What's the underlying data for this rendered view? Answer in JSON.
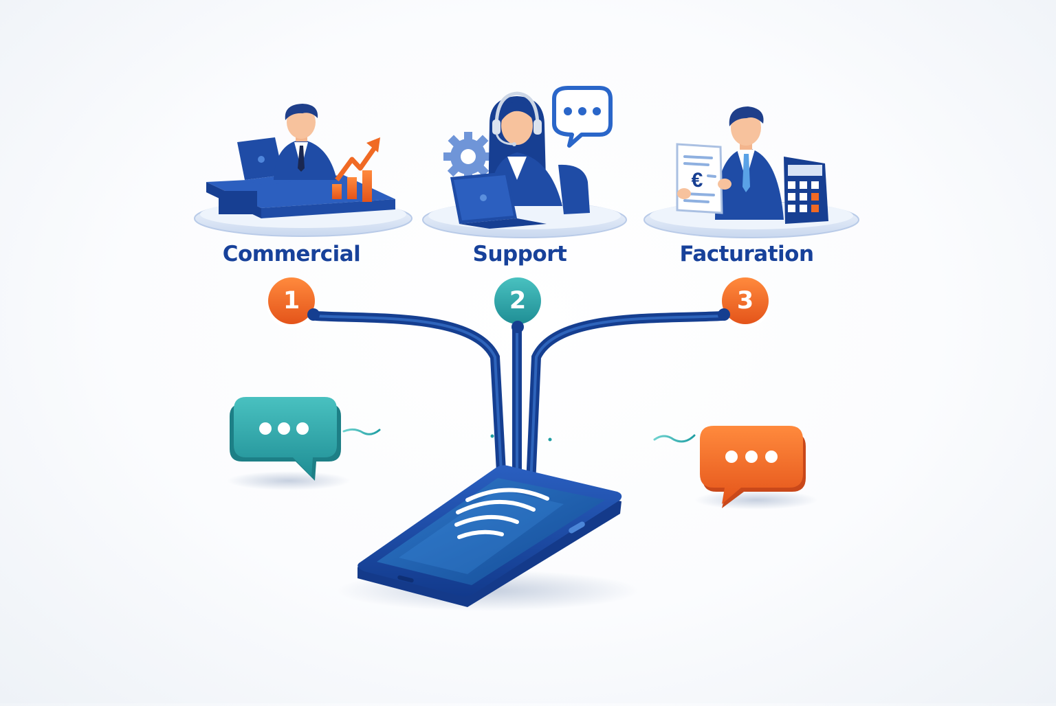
{
  "departments": [
    {
      "number": "1",
      "label": "Commercial"
    },
    {
      "number": "2",
      "label": "Support"
    },
    {
      "number": "3",
      "label": "Facturation"
    }
  ],
  "invoice_symbol": "€",
  "icons": [
    "sales-desk-icon",
    "growth-chart-icon",
    "headset-agent-icon",
    "gear-icon",
    "chat-bubble-icon",
    "invoice-document-icon",
    "calculator-icon",
    "smartphone-icon",
    "sound-wave-icon"
  ],
  "colors": {
    "navy": "#17419a",
    "orange": "#f06a24",
    "teal": "#2aa3a6",
    "accent_blue": "#2a66c9"
  }
}
